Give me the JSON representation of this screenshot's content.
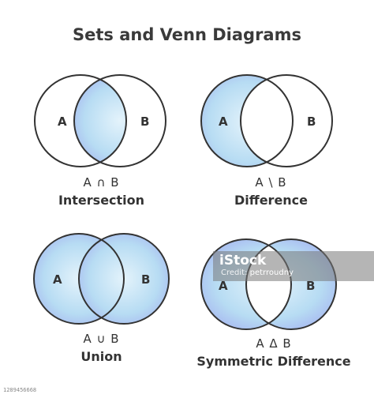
{
  "title": "Sets and Venn Diagrams",
  "colors": {
    "fill_light": "#e4f3fb",
    "fill_mid": "#b7dcf3",
    "fill_edge": "#a6b6f0",
    "stroke": "#333333"
  },
  "panels": [
    {
      "set_a": "A",
      "set_b": "B",
      "notation": "A ∩ B",
      "name": "Intersection",
      "shaded": "intersection"
    },
    {
      "set_a": "A",
      "set_b": "B",
      "notation": "A \\ B",
      "name": "Difference",
      "shaded": "difference"
    },
    {
      "set_a": "A",
      "set_b": "B",
      "notation": "A ∪ B",
      "name": "Union",
      "shaded": "union"
    },
    {
      "set_a": "A",
      "set_b": "B",
      "notation": "A Δ B",
      "name": "Symmetric Difference",
      "shaded": "symmetric-difference"
    }
  ],
  "watermark": {
    "brand": "iStock",
    "credit_label": "Credit:",
    "credit_name": "petrroudny"
  },
  "stock_id": "1289456668"
}
